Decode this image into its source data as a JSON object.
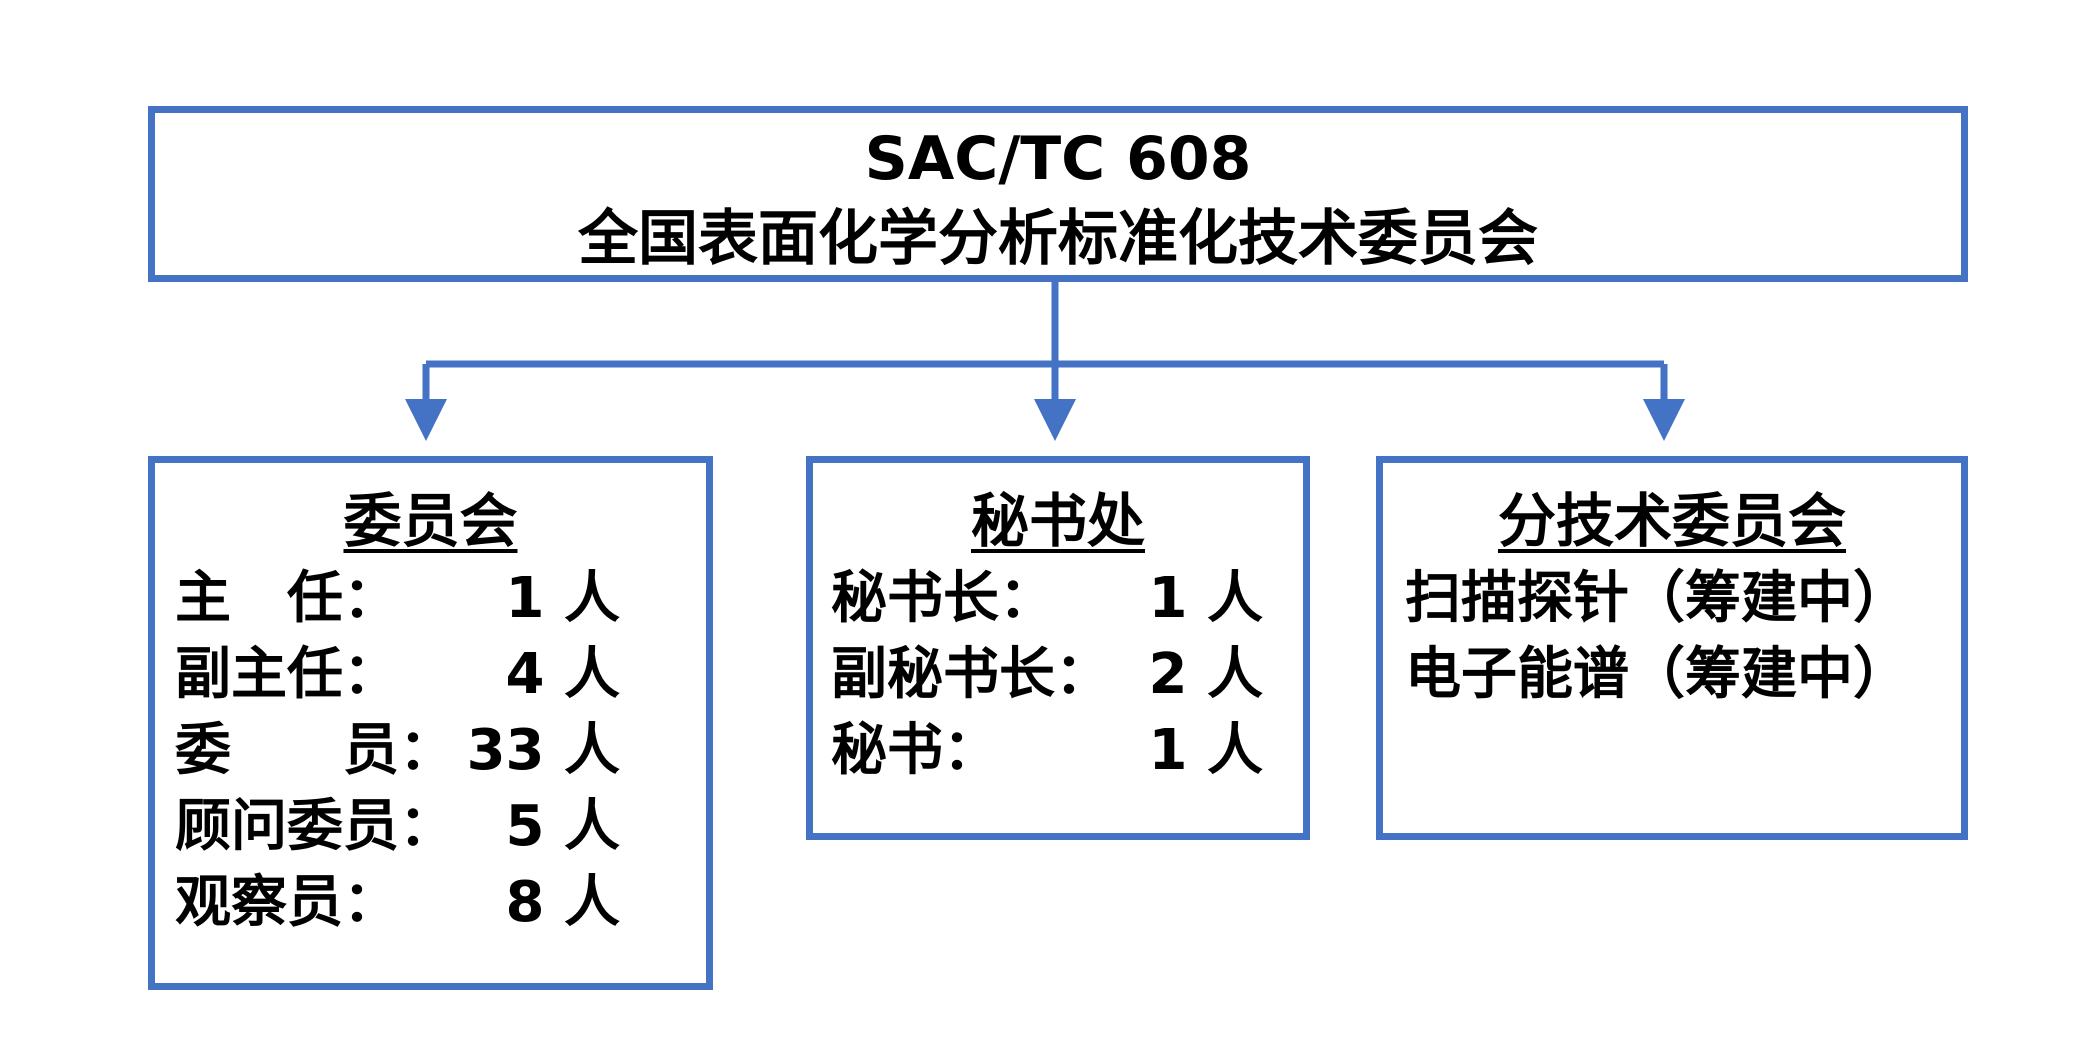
{
  "top": {
    "line1": "SAC/TC 608",
    "line2": "全国表面化学分析标准化技术委员会"
  },
  "committee": {
    "title": "委员会",
    "rows": [
      {
        "label": "主　任：",
        "value": "1 人"
      },
      {
        "label": "副主任：",
        "value": "4 人"
      },
      {
        "label": "委　　员：",
        "value": "33 人"
      },
      {
        "label": "顾问委员：",
        "value": "5 人"
      },
      {
        "label": "观察员：",
        "value": "8 人"
      }
    ]
  },
  "secretariat": {
    "title": "秘书处",
    "rows": [
      {
        "label": "秘书长：",
        "value": "1 人"
      },
      {
        "label": "副秘书长：",
        "value": "2 人"
      },
      {
        "label": "秘书：",
        "value": "1 人"
      }
    ]
  },
  "subcommittee": {
    "title": "分技术委员会",
    "rows": [
      {
        "label": "扫描探针（筹建中）"
      },
      {
        "label": "电子能谱（筹建中）"
      }
    ]
  },
  "colors": {
    "border": "#4472C4",
    "text": "#000000"
  }
}
